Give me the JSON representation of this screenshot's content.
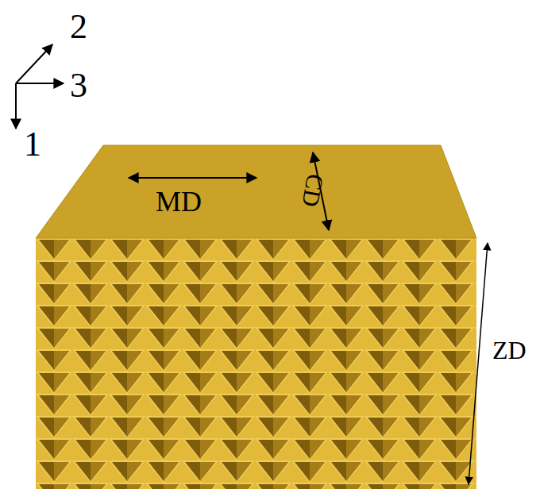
{
  "diagram": {
    "labels": [
      "2",
      "3",
      "1",
      "MD",
      "CD",
      "ZD"
    ]
  }
}
